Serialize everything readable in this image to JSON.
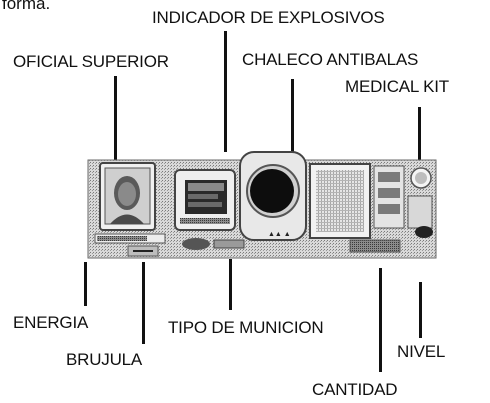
{
  "fragment": "forma.",
  "labels": {
    "indicador_explosivos": "INDICADOR DE EXPLOSIVOS",
    "oficial_superior": "OFICIAL SUPERIOR",
    "chaleco_antibalas": "CHALECO ANTIBALAS",
    "medical_kit": "MEDICAL KIT",
    "energia": "ENERGIA",
    "brujula": "BRUJULA",
    "tipo_municion": "TIPO DE MUNICION",
    "nivel": "NIVEL",
    "cantidad": "CANTIDAD"
  }
}
